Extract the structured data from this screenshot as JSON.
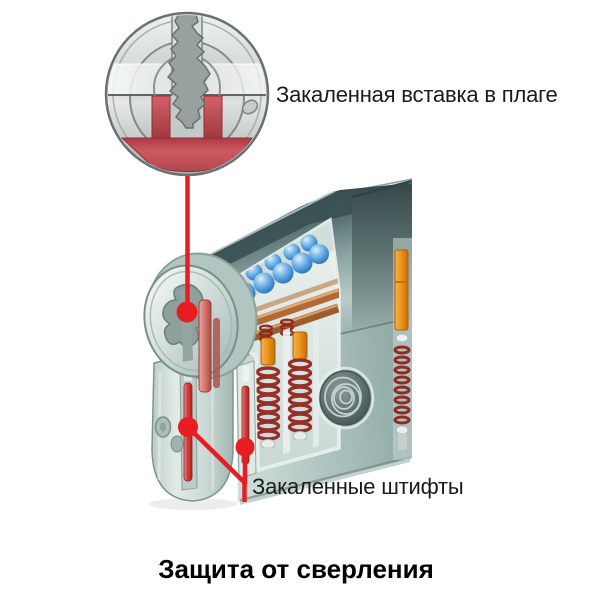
{
  "figure": {
    "insert_label": "Закаленная вставка в плаге",
    "pins_label": "Закаленные штифты",
    "title": "Защита от сверления"
  },
  "colors": {
    "page_bg": "#ffffff",
    "label_text": "#1b1b1b",
    "annotation_red": "#e71d22",
    "insert_red": "#c64950",
    "body_teal": "#9cb9b5",
    "body_dark_band": "#3b5154",
    "ball_blue": "#4f9bdc",
    "pin_orange": "#ec9318",
    "spring_red": "#952f27",
    "copper_rod": "#b06a36",
    "hardened_pin_red": "#d8423f"
  }
}
